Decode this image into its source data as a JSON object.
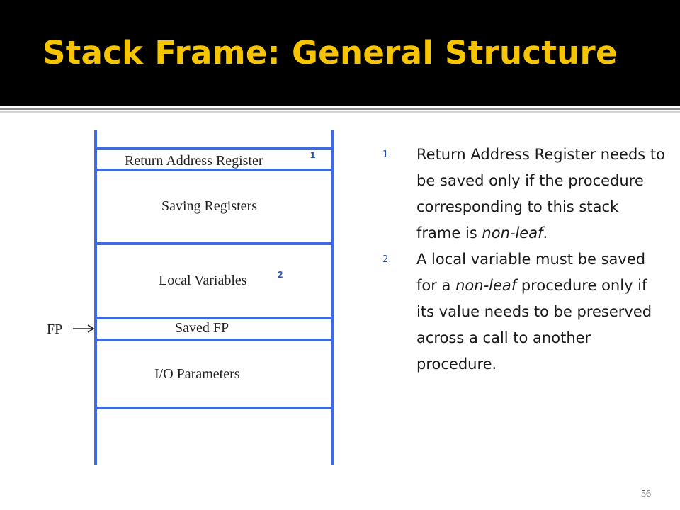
{
  "slide": {
    "title": "Stack Frame: General Structure",
    "page_number": "56"
  },
  "colors": {
    "title_bar": "#000000",
    "title_text": "#f7c400",
    "frame_lines": "#4169e1",
    "footnote_markers": "#1f4fbf"
  },
  "diagram": {
    "rows": {
      "return_address": "Return Address Register",
      "saving_registers": "Saving Registers",
      "local_variables": "Local Variables",
      "saved_fp": "Saved FP",
      "io_parameters": "I/O Parameters"
    },
    "markers": {
      "return_address": "1",
      "local_variables": "2"
    },
    "pointer_label": "FP",
    "pointer_arrow": "arrow-right-icon"
  },
  "notes": [
    {
      "number": "1.",
      "text_before": "Return Address Register needs to be saved only if the procedure corresponding to this stack frame is ",
      "emphasis": "non-leaf",
      "text_after": "."
    },
    {
      "number": "2.",
      "text_before": "A local variable must be saved for a ",
      "emphasis": "non-leaf",
      "text_after": " procedure only if  its value needs to be preserved across a call to another procedure."
    }
  ]
}
